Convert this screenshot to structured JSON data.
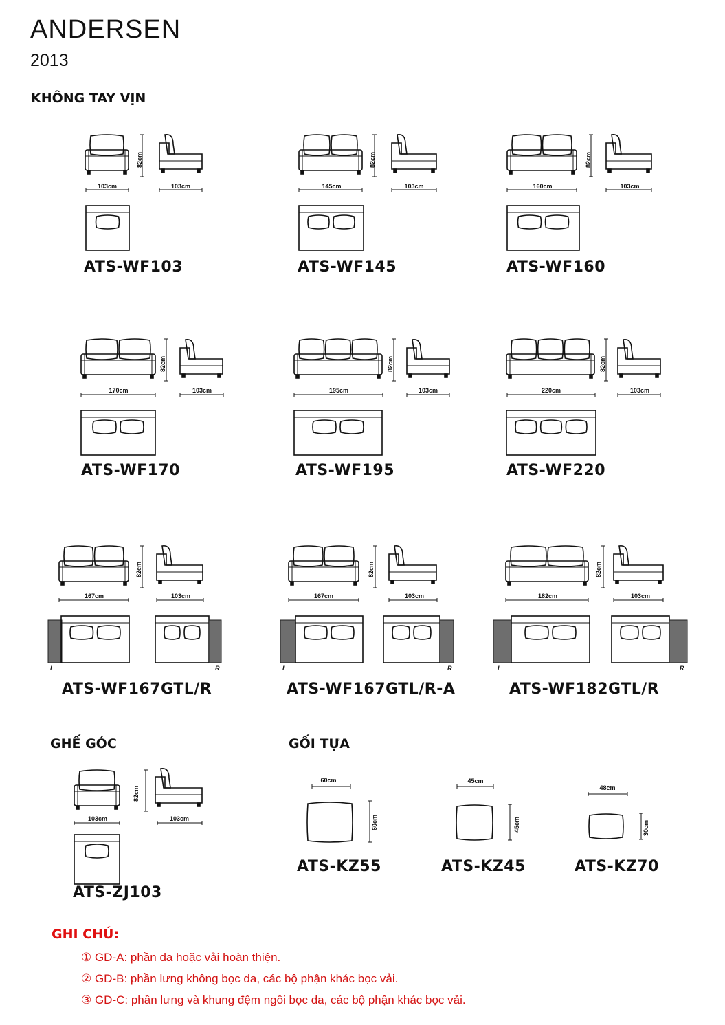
{
  "header": {
    "brand": "ANDERSEN",
    "year": "2013"
  },
  "sections": {
    "armless": "KHÔNG TAY VỊN",
    "corner": "GHẾ GÓC",
    "cushion": "GỐI TỰA"
  },
  "products": {
    "wf103": {
      "code": "ATS-WF103",
      "width": "103cm",
      "depth": "103cm",
      "height": "82cm"
    },
    "wf145": {
      "code": "ATS-WF145",
      "width": "145cm",
      "depth": "103cm",
      "height": "82cm"
    },
    "wf160": {
      "code": "ATS-WF160",
      "width": "160cm",
      "depth": "103cm",
      "height": "82cm"
    },
    "wf170": {
      "code": "ATS-WF170",
      "width": "170cm",
      "depth": "103cm",
      "height": "82cm"
    },
    "wf195": {
      "code": "ATS-WF195",
      "width": "195cm",
      "depth": "103cm",
      "height": "82cm"
    },
    "wf220": {
      "code": "ATS-WF220",
      "width": "220cm",
      "depth": "103cm",
      "height": "82cm"
    },
    "wf167": {
      "code": "ATS-WF167GTL/R",
      "width": "167cm",
      "depth": "103cm",
      "height": "82cm",
      "left": "L",
      "right": "R"
    },
    "wf167a": {
      "code": "ATS-WF167GTL/R-A",
      "width": "167cm",
      "depth": "103cm",
      "height": "82cm",
      "left": "L",
      "right": "R"
    },
    "wf182": {
      "code": "ATS-WF182GTL/R",
      "width": "182cm",
      "depth": "103cm",
      "height": "82cm",
      "left": "L",
      "right": "R"
    },
    "zj103": {
      "code": "ATS-ZJ103",
      "width": "103cm",
      "depth": "103cm",
      "height": "82cm"
    }
  },
  "cushions": {
    "kz55": {
      "code": "ATS-KZ55",
      "width": "60cm",
      "height": "60cm"
    },
    "kz45": {
      "code": "ATS-KZ45",
      "width": "45cm",
      "height": "45cm"
    },
    "kz70": {
      "code": "ATS-KZ70",
      "width": "48cm",
      "height": "30cm"
    }
  },
  "notes": {
    "title": "GHI CHÚ:",
    "items": [
      "① GD-A:  phần da hoặc vải hoàn thiện.",
      "② GD-B:  phần lưng không bọc da, các bộ phận khác bọc vải.",
      "③ GD-C:  phần lưng và khung đệm ngồi bọc da, các bộ phận khác bọc vải."
    ]
  },
  "icons": [
    "sofa-front-icon",
    "sofa-side-icon",
    "sofa-top-icon",
    "cushion-icon"
  ]
}
